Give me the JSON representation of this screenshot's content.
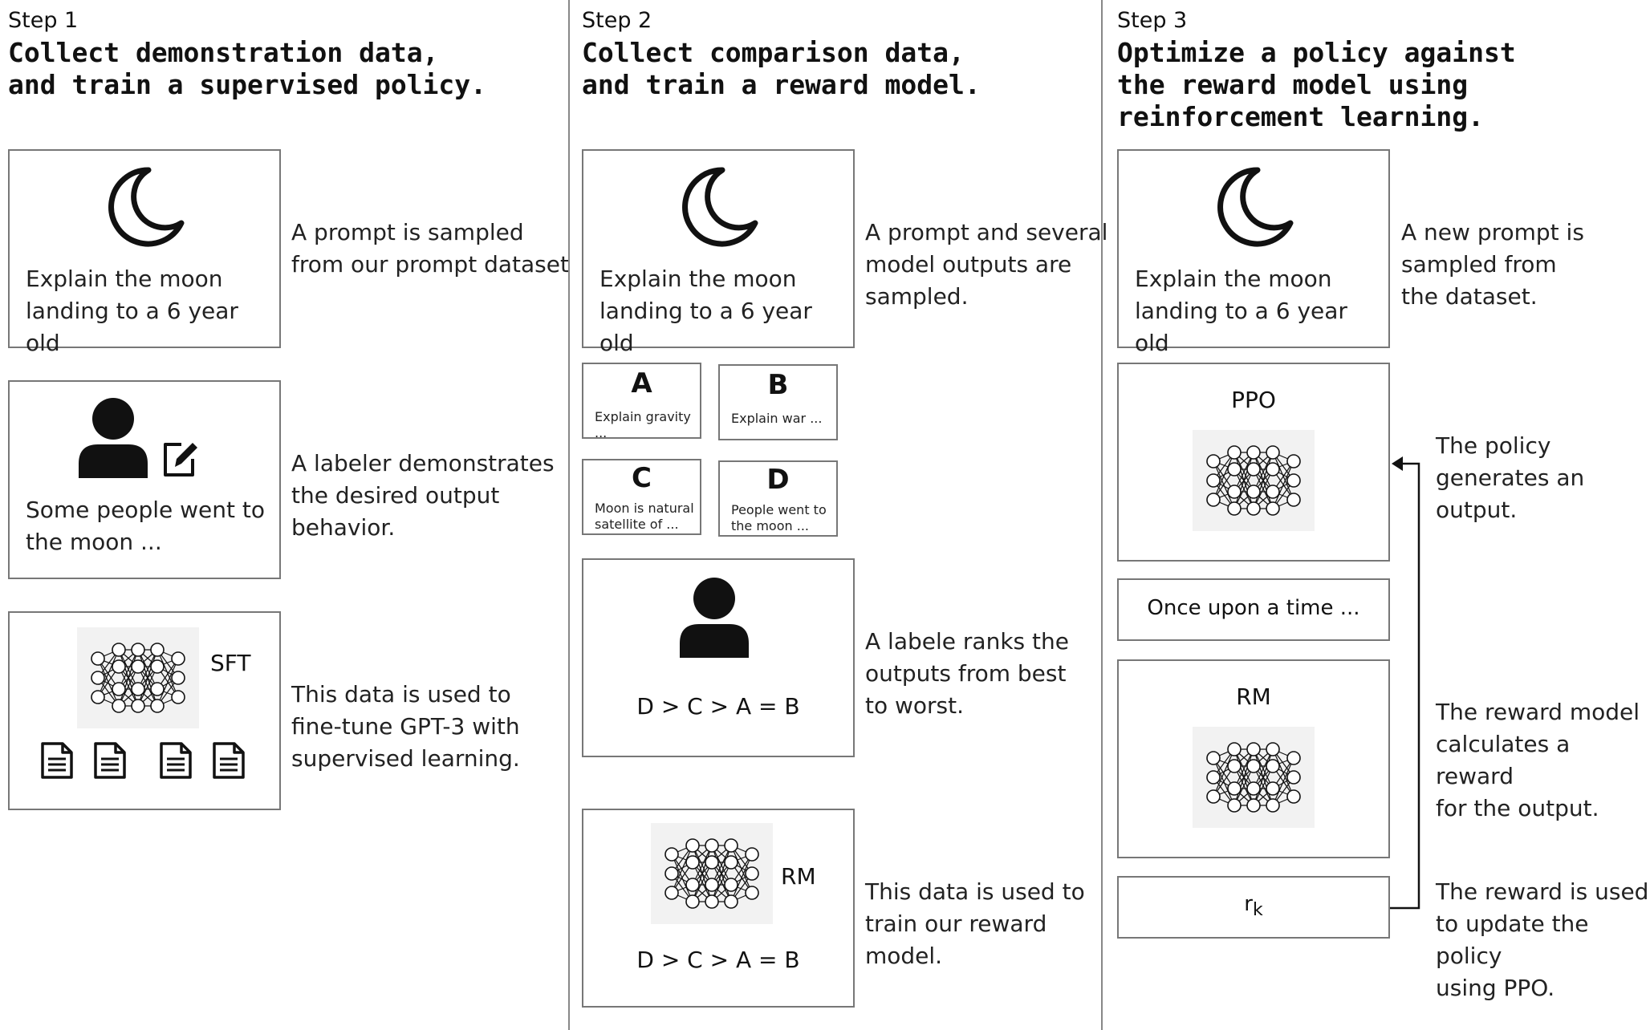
{
  "colors": {
    "line": "#777777",
    "separator": "#888888",
    "network_bg": "#f2f2f2",
    "text": "#111111"
  },
  "step1": {
    "label": "Step 1",
    "title": "Collect demonstration data,\nand train a supervised policy.",
    "prompt": "Explain the moon\nlanding to a 6 year old",
    "prompt_desc": "A prompt is sampled\nfrom our prompt dataset",
    "demo_text": "Some people went to\nthe moon ...",
    "demo_desc": "A labeler demonstrates\nthe desired output\nbehavior.",
    "model_label": "SFT",
    "train_desc": "This data is used to\nfine-tune GPT-3 with\nsupervised learning.",
    "icons": [
      "moon-icon",
      "person-icon",
      "edit-icon",
      "neural-network-icon",
      "document-icon"
    ]
  },
  "step2": {
    "label": "Step 2",
    "title": "Collect comparison data,\nand train a reward model.",
    "prompt": "Explain the moon\nlanding to a 6 year old",
    "prompt_desc": "A prompt and several\nmodel outputs are\nsampled.",
    "outputs": [
      {
        "letter": "A",
        "text": "Explain gravity ..."
      },
      {
        "letter": "B",
        "text": "Explain war ..."
      },
      {
        "letter": "C",
        "text": "Moon is natural\nsatellite of ..."
      },
      {
        "letter": "D",
        "text": "People went to\nthe moon ..."
      }
    ],
    "ranking": "D > C > A = B",
    "rank_desc": "A labele ranks the\noutputs from best\nto worst.",
    "model_label": "RM",
    "model_ranking": "D > C > A = B",
    "train_desc": "This data is used to\ntrain our reward\nmodel."
  },
  "step3": {
    "label": "Step 3",
    "title": "Optimize a policy against\nthe reward model using\nreinforcement learning.",
    "prompt": "Explain the moon\nlanding to a 6 year old",
    "prompt_desc": "A new prompt is\nsampled from\nthe dataset.",
    "policy_label": "PPO",
    "policy_desc": "The policy\ngenerates an\noutput.",
    "output_text": "Once upon a time ...",
    "rm_label": "RM",
    "rm_desc": "The reward model\ncalculates a reward\nfor the output.",
    "reward_symbol": "r",
    "reward_subscript": "k",
    "update_desc": "The reward is used\nto update the policy\nusing PPO."
  }
}
